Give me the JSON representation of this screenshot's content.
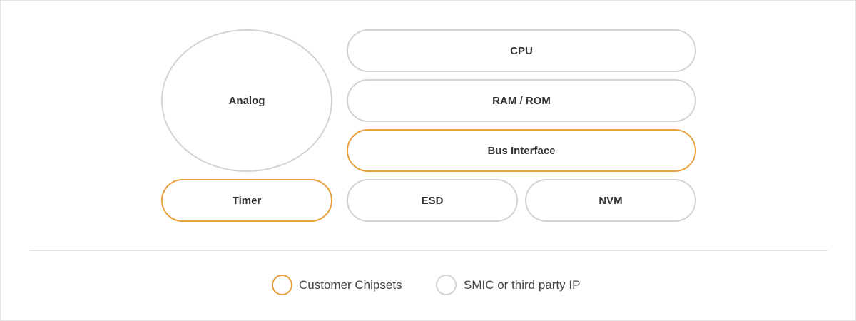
{
  "diagram": {
    "blocks": {
      "analog": "Analog",
      "cpu": "CPU",
      "ram_rom": "RAM / ROM",
      "bus_interface": "Bus Interface",
      "timer": "Timer",
      "esd": "ESD",
      "nvm": "NVM"
    }
  },
  "legend": {
    "customer": "Customer Chipsets",
    "smic": "SMIC or third party IP"
  },
  "colors": {
    "customer": "#e8a03f",
    "smic": "#d3d3d3"
  }
}
